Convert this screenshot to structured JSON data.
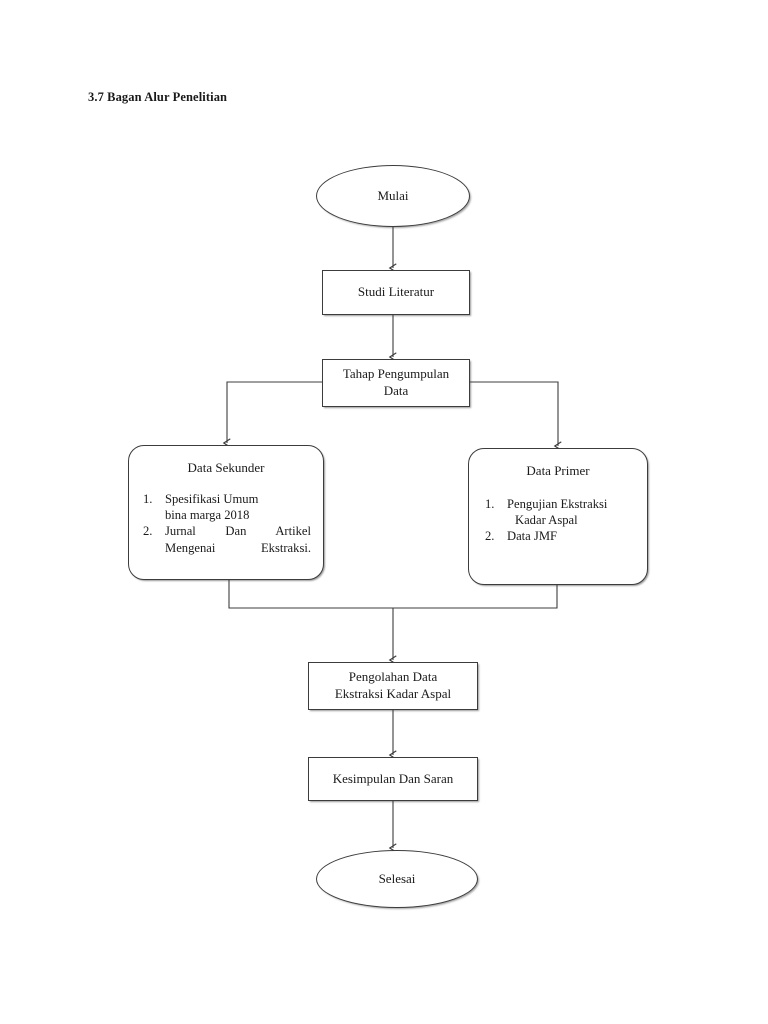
{
  "document": {
    "section_title": "3.7 Bagan Alur Penelitian"
  },
  "flowchart": {
    "nodes": {
      "start": {
        "label": "Mulai",
        "shape": "ellipse"
      },
      "studi_literatur": {
        "label": "Studi Literatur",
        "shape": "rectangle"
      },
      "tahap_pengumpulan": {
        "line1": "Tahap Pengumpulan",
        "line2": "Data",
        "shape": "rectangle"
      },
      "data_sekunder": {
        "title": "Data Sekunder",
        "shape": "rounded-rectangle",
        "items": [
          {
            "num": "1.",
            "line1": "Spesifikasi Umum",
            "line2": "bina marga 2018"
          },
          {
            "num": "2.",
            "line1": "Jurnal Dan Artikel",
            "line2": "Mengenai Ekstraksi."
          }
        ]
      },
      "data_primer": {
        "title": "Data Primer",
        "shape": "rounded-rectangle",
        "items": [
          {
            "num": "1.",
            "line1": "Pengujian Ekstraksi",
            "line2": "Kadar Aspal"
          },
          {
            "num": "2.",
            "line1": "Data JMF",
            "line2": ""
          }
        ]
      },
      "pengolahan": {
        "line1": "Pengolahan Data",
        "line2": "Ekstraksi Kadar Aspal",
        "shape": "rectangle"
      },
      "kesimpulan": {
        "label": "Kesimpulan Dan Saran",
        "shape": "rectangle"
      },
      "end": {
        "label": "Selesai",
        "shape": "ellipse"
      }
    },
    "style": {
      "stroke": "#3c3c3c",
      "fill": "#ffffff",
      "text": "#1a1a1a"
    }
  }
}
